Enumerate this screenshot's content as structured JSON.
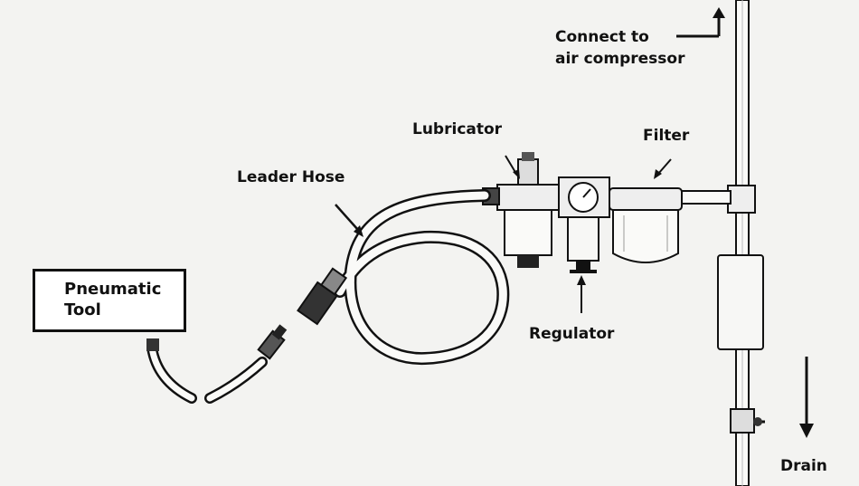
{
  "labels": {
    "connect_line1": "Connect to",
    "connect_line2": "air compressor",
    "lubricator": "Lubricator",
    "filter": "Filter",
    "leader_hose": "Leader Hose",
    "pneumatic_line1": "Pneumatic",
    "pneumatic_line2": "Tool",
    "regulator": "Regulator",
    "drain": "Drain"
  },
  "colors": {
    "ink": "#111111",
    "paper": "#f3f3f1"
  }
}
